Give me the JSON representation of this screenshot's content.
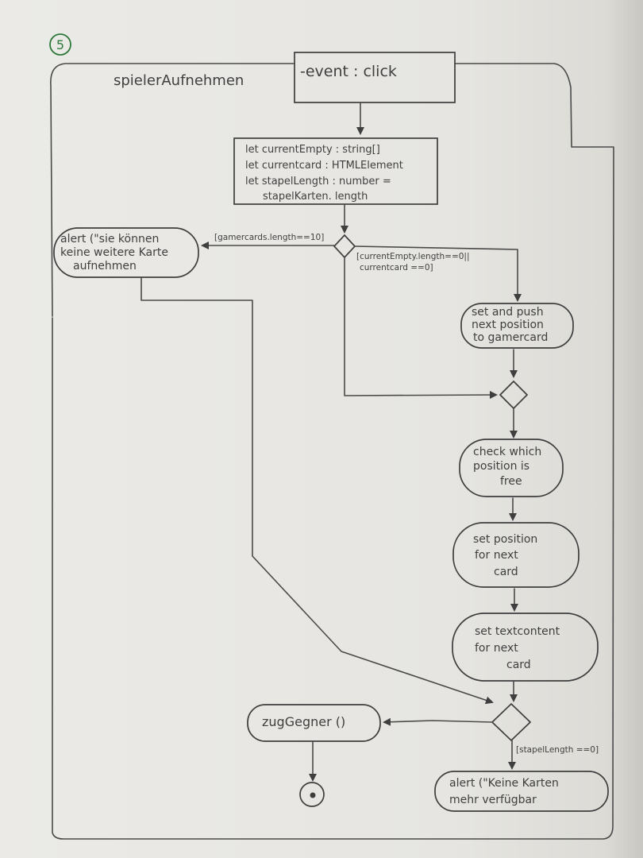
{
  "diagram": {
    "number": "5",
    "function_name": "spielerAufnehmen",
    "event": "-event : click",
    "declarations": [
      "let currentEmpty : string[]",
      "let currentcard : HTMLElement",
      "let stapelLength : number =",
      "stapelKarten. length"
    ],
    "alert_full": [
      "alert (\"sie können",
      "keine weitere Karte",
      "aufnehmen"
    ],
    "guard_gamercards": "[gamercards.length==10]",
    "guard_current": [
      "[currentEmpty.length==0||",
      "currentcard ==0]"
    ],
    "set_push": [
      "set and push",
      "next position",
      "to gamercard"
    ],
    "check_position": [
      "check which",
      "position is",
      "free"
    ],
    "set_position": [
      "set position",
      "for next",
      "card"
    ],
    "set_textcontent": [
      "set textcontent",
      "for next",
      "card"
    ],
    "zug_gegner": "zugGegner ()",
    "guard_stapel": "[stapelLength ==0]",
    "alert_empty": [
      "alert (\"Keine Karten",
      "mehr verfügbar"
    ]
  },
  "colors": {
    "pencil": "#3f3f3f",
    "marker_green": "#2e7a3c"
  }
}
